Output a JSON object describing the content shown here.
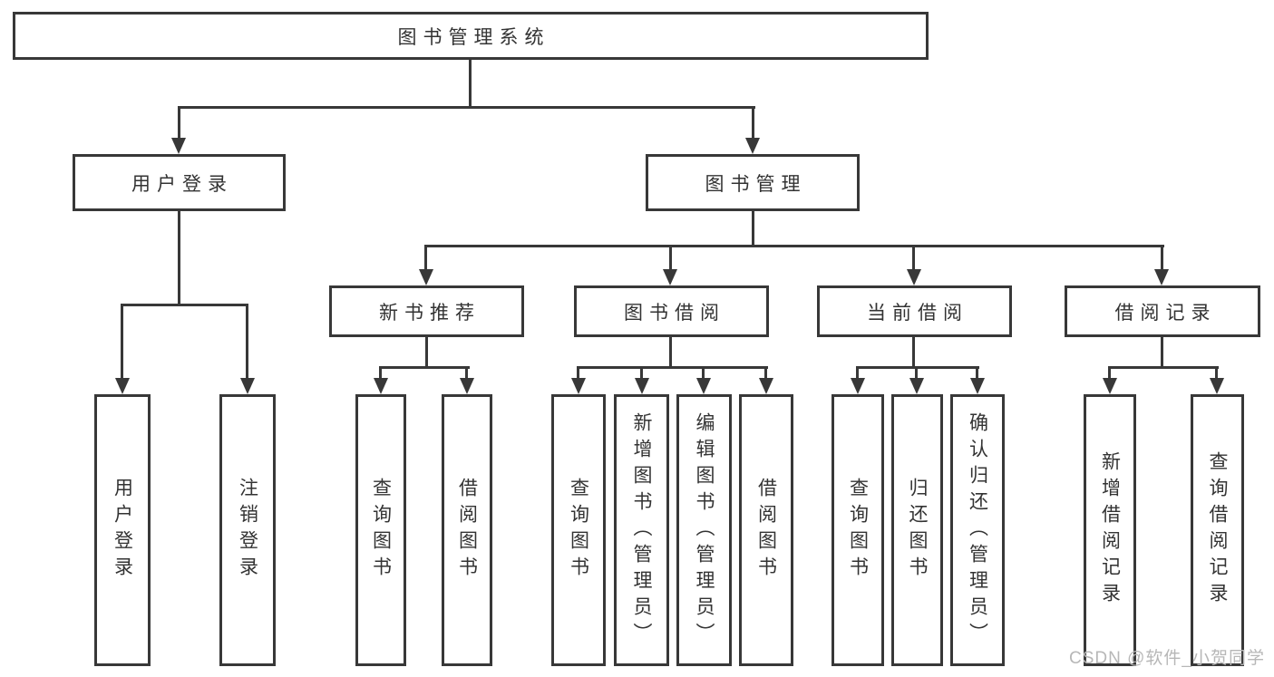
{
  "colors": {
    "line": "#383838",
    "text": "#333333",
    "node_background": "#ffffff",
    "watermark": "#b7b7b7"
  },
  "diagram": {
    "root": {
      "label": "图书管理系统"
    },
    "user_login": {
      "label": "用户登录",
      "children": [
        {
          "label": "用户登录"
        },
        {
          "label": "注销登录"
        }
      ]
    },
    "book_management": {
      "label": "图书管理",
      "sections": [
        {
          "label": "新书推荐",
          "children": [
            {
              "label": "查询图书"
            },
            {
              "label": "借阅图书"
            }
          ]
        },
        {
          "label": "图书借阅",
          "children": [
            {
              "label": "查询图书"
            },
            {
              "label": "新增图书（管理员）"
            },
            {
              "label": "编辑图书（管理员）"
            },
            {
              "label": "借阅图书"
            }
          ]
        },
        {
          "label": "当前借阅",
          "children": [
            {
              "label": "查询图书"
            },
            {
              "label": "归还图书"
            },
            {
              "label": "确认归还（管理员）"
            }
          ]
        },
        {
          "label": "借阅记录",
          "children": [
            {
              "label": "新增借阅记录"
            },
            {
              "label": "查询借阅记录"
            }
          ]
        }
      ]
    }
  },
  "watermark": {
    "text": "CSDN @软件_小贺同学"
  }
}
